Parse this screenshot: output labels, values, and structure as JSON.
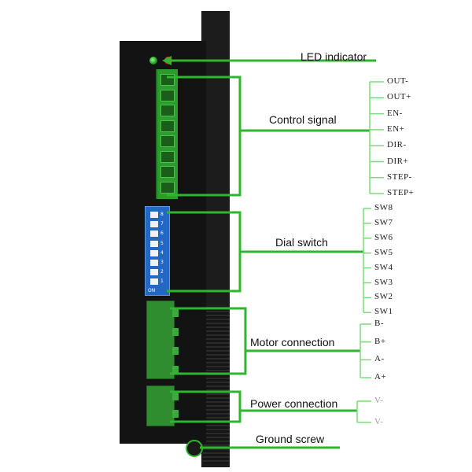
{
  "colors": {
    "connector_line": "#2fb52f",
    "pin_line": "#7fd87f",
    "device_body": "#131313",
    "terminal_green": "#2e9b2e",
    "dip_blue": "#2368c4"
  },
  "labels": {
    "led": "LED indicator",
    "control": "Control signal",
    "dial": "Dial switch",
    "motor": "Motor connection",
    "power": "Power connection",
    "ground": "Ground screw"
  },
  "control_pins": [
    "OUT-",
    "OUT+",
    "EN-",
    "EN+",
    "DIR-",
    "DIR+",
    "STEP-",
    "STEP+"
  ],
  "dial_pins": [
    "SW8",
    "SW7",
    "SW6",
    "SW5",
    "SW4",
    "SW3",
    "SW2",
    "SW1"
  ],
  "motor_pins": [
    "B-",
    "B+",
    "A-",
    "A+"
  ],
  "power_pins": [
    "V-",
    "V-"
  ],
  "dip": {
    "numbers": [
      "8",
      "7",
      "6",
      "5",
      "4",
      "3",
      "2",
      "1"
    ],
    "on_text": "ON"
  }
}
